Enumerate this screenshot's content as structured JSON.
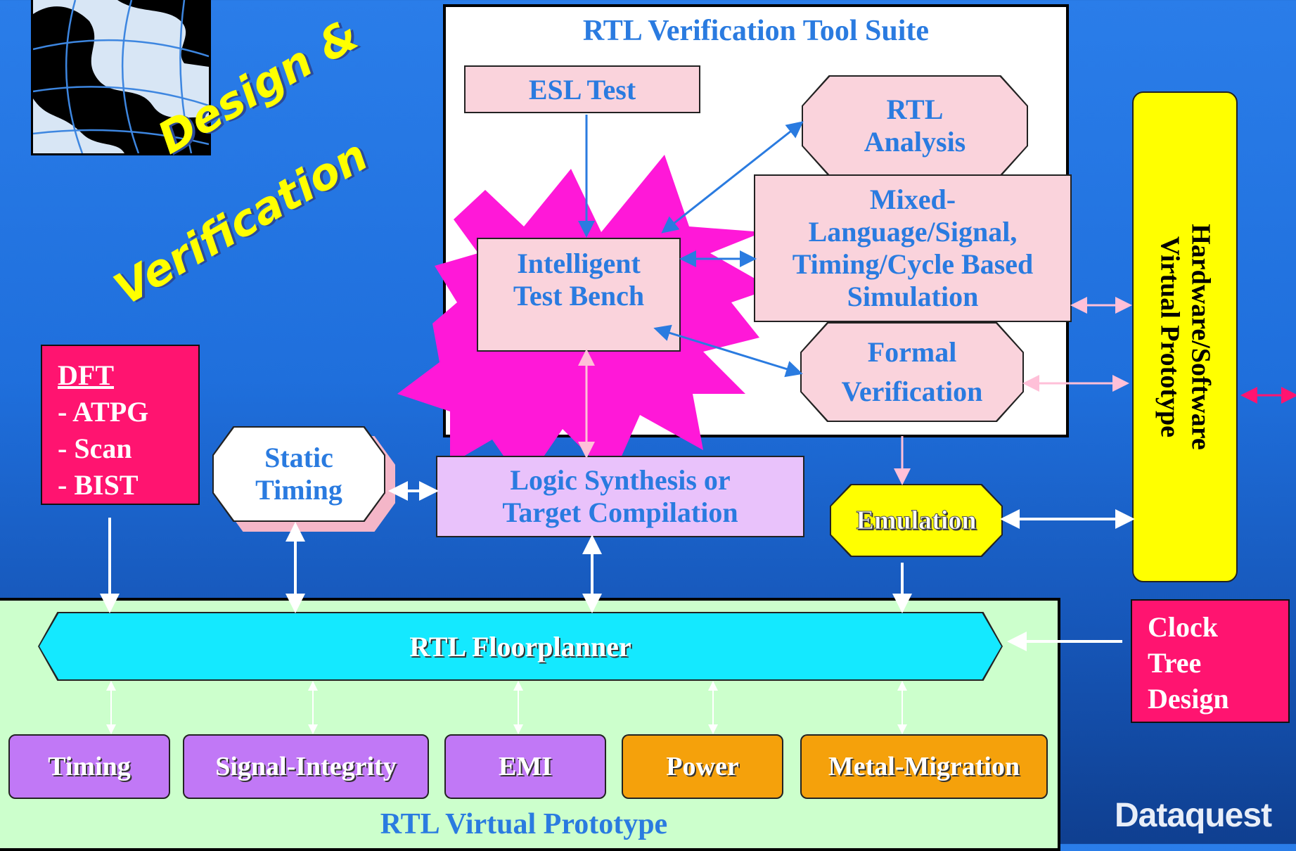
{
  "title": "Design & Verification",
  "title_lines": [
    "Design &",
    "Verification"
  ],
  "suite": {
    "title": "RTL Verification Tool Suite",
    "esl_test": "ESL Test",
    "rtl_analysis": [
      "RTL",
      "Analysis"
    ],
    "test_bench": [
      "Intelligent",
      "Test Bench"
    ],
    "simulation": [
      "Mixed-",
      "Language/Signal,",
      "Timing/Cycle Based",
      "Simulation"
    ],
    "formal": [
      "Formal",
      "Verification"
    ]
  },
  "dft": {
    "heading": "DFT",
    "items": [
      "- ATPG",
      "- Scan",
      "- BIST"
    ]
  },
  "static_timing": [
    "Static",
    "Timing"
  ],
  "logic_synthesis": [
    "Logic Synthesis or",
    "Target Compilation"
  ],
  "emulation": "Emulation",
  "hw_sw_prototype": [
    "Hardware/Software",
    "Virtual Prototype"
  ],
  "clock_tree": [
    "Clock",
    "Tree",
    "Design"
  ],
  "floorplanner": "RTL Floorplanner",
  "analyses": [
    "Timing",
    "Signal-Integrity",
    "EMI",
    "Power",
    "Metal-Migration"
  ],
  "virtual_prototype_label": "RTL Virtual Prototype",
  "logo": "Dataquest",
  "colors": {
    "background": "#2a7de9",
    "label_blue": "#2a7be0",
    "pink_box": "#fad3dc",
    "starburst": "#ff18d8",
    "dft_box": "#ff1470",
    "lavender_box": "#e9c2fb",
    "floorplanner": "#14e9ff",
    "purple_box": "#c178f6",
    "orange_box": "#f5a10b",
    "yellow": "#ffff00",
    "green_panel": "#ccffcc"
  }
}
